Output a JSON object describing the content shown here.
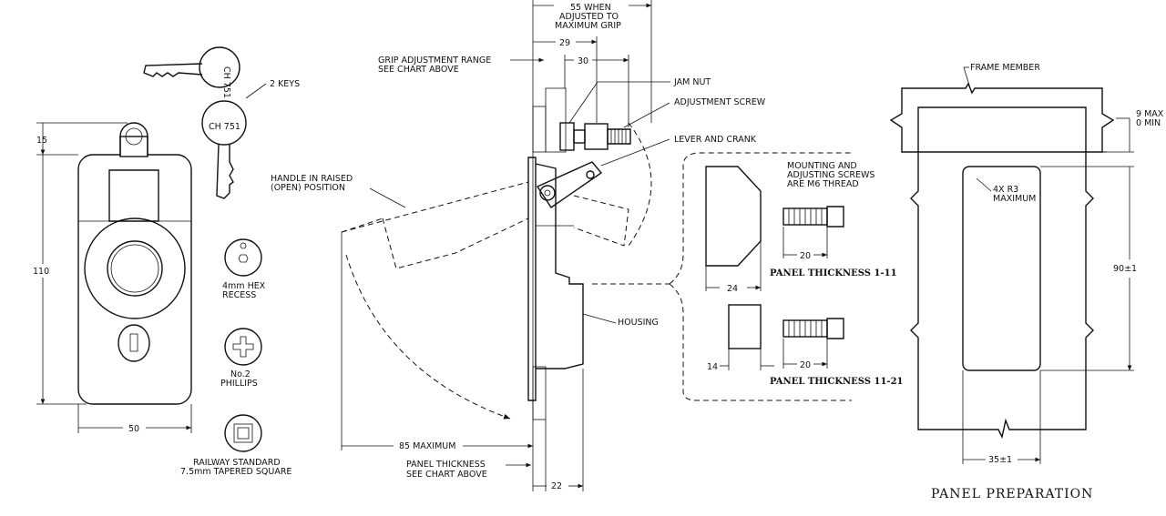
{
  "labels": {
    "keys": "2 KEYS",
    "key_text": "CH 751",
    "hex_recess_1": "4mm HEX",
    "hex_recess_2": "RECESS",
    "phillips_1": "No.2",
    "phillips_2": "PHILLIPS",
    "railway_1": "RAILWAY STANDARD",
    "railway_2": "7.5mm TAPERED SQUARE",
    "handle_raised_1": "HANDLE IN RAISED",
    "handle_raised_2": "(OPEN) POSITION",
    "grip_range_1": "GRIP ADJUSTMENT RANGE",
    "grip_range_2": "SEE CHART ABOVE",
    "when_adj_1": "55 WHEN",
    "when_adj_2": "ADJUSTED TO",
    "when_adj_3": "MAXIMUM GRIP",
    "jam_nut": "JAM NUT",
    "adjustment_screw": "ADJUSTMENT SCREW",
    "lever_crank": "LEVER AND CRANK",
    "housing": "HOUSING",
    "max_85": "85 MAXIMUM",
    "panel_thickness_1": "PANEL THICKNESS",
    "panel_thickness_2": "SEE CHART ABOVE",
    "mounting_1": "MOUNTING AND",
    "mounting_2": "ADJUSTING SCREWS",
    "mounting_3": "ARE M6 THREAD",
    "panel_thk_a": "PANEL THICKNESS 1-11",
    "panel_thk_b": "PANEL THICKNESS 11-21",
    "frame_member": "FRAME MEMBER",
    "max9_1": "9 MAX",
    "max9_2": "0 MIN",
    "r3_1": "4X R3",
    "r3_2": "MAXIMUM",
    "panel_prep": "PANEL PREPARATION"
  },
  "dimensions": {
    "d15": "15",
    "d110": "110",
    "d50": "50",
    "d29": "29",
    "d30": "30",
    "d22": "22",
    "d24": "24",
    "d20a": "20",
    "d14": "14",
    "d20b": "20",
    "d90": "90±1",
    "d35": "35±1"
  }
}
